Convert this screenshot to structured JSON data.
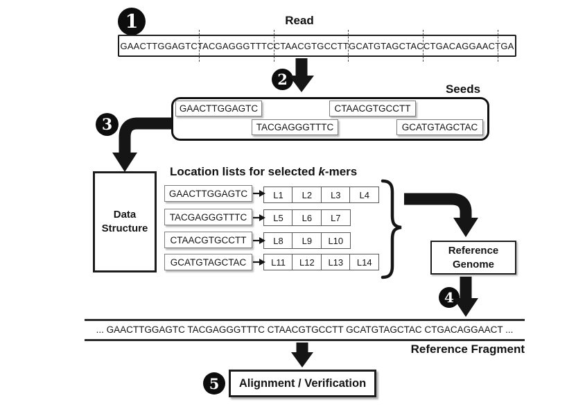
{
  "diagram": {
    "steps": [
      "1",
      "2",
      "3",
      "4",
      "5"
    ],
    "read": {
      "label": "Read",
      "sequence": "GAACTTGGAGTCTACGAGGGTTTCCTAACGTGCCTTGCATGTAGCTACCTGACAGGAACTGA"
    },
    "seeds": {
      "label": "Seeds",
      "row1": [
        "GAACTTGGAGTC",
        "CTAACGTGCCTT"
      ],
      "row2": [
        "TACGAGGGTTTC",
        "GCATGTAGCTAC"
      ]
    },
    "data_structure": {
      "label": "Data Structure"
    },
    "location_lists": {
      "title_prefix": "Location lists for selected ",
      "title_k": "k",
      "title_suffix": "-mers",
      "rows": [
        {
          "kmer": "GAACTTGGAGTC",
          "locations": [
            "L1",
            "L2",
            "L3",
            "L4"
          ]
        },
        {
          "kmer": "TACGAGGGTTTC",
          "locations": [
            "L5",
            "L6",
            "L7"
          ]
        },
        {
          "kmer": "CTAACGTGCCTT",
          "locations": [
            "L8",
            "L9",
            "L10"
          ]
        },
        {
          "kmer": "GCATGTAGCTAC",
          "locations": [
            "L11",
            "L12",
            "L13",
            "L14"
          ]
        }
      ]
    },
    "reference_genome": {
      "label": "Reference Genome"
    },
    "reference_fragment": {
      "sequence": "... GAACTTGGAGTC TACGAGGGTTTC CTAACGTGCCTT GCATGTAGCTAC CTGACAGGAACT ...",
      "label": "Reference Fragment"
    },
    "alignment": {
      "label": "Alignment / Verification"
    },
    "connectors": [
      "arrow-read-to-seeds",
      "arrow-seeds-to-data-structure",
      "arrow-lists-to-reference-genome",
      "arrow-reference-genome-to-fragment",
      "arrow-fragment-to-alignment",
      "brace-location-lists"
    ]
  },
  "colors": {
    "ink": "#151515",
    "line": "#2b2b2b",
    "chip_border": "#7d7d7d"
  }
}
